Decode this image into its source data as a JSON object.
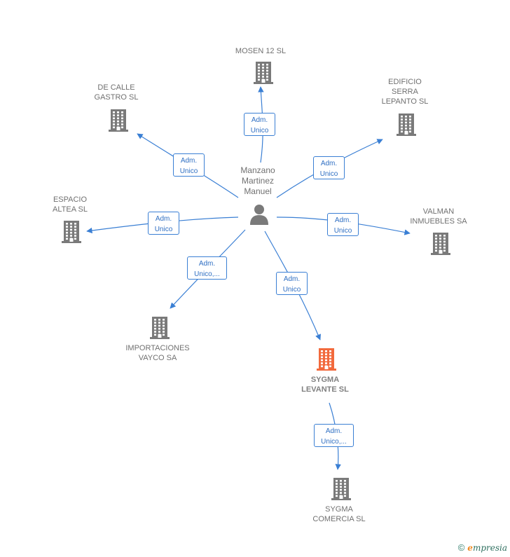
{
  "center": {
    "label": "Manzano\nMartinez\nManuel",
    "icon": "person-icon"
  },
  "companies": [
    {
      "id": "mosen",
      "label": "MOSEN 12 SL",
      "highlight": false
    },
    {
      "id": "edificio",
      "label": "EDIFICIO\nSERRA\nLEPANTO SL",
      "highlight": false
    },
    {
      "id": "decalle",
      "label": "DE CALLE\nGASTRO  SL",
      "highlight": false
    },
    {
      "id": "espacio",
      "label": "ESPACIO\nALTEA SL",
      "highlight": false
    },
    {
      "id": "valman",
      "label": "VALMAN\nINMUEBLES SA",
      "highlight": false
    },
    {
      "id": "importaciones",
      "label": "IMPORTACIONES\nVAYCO SA",
      "highlight": false
    },
    {
      "id": "sygmalev",
      "label": "SYGMA\nLEVANTE  SL",
      "highlight": true
    },
    {
      "id": "sygmacom",
      "label": "SYGMA\nCOMERCIA  SL",
      "highlight": false
    }
  ],
  "edges": [
    {
      "id": "e-mosen",
      "label": "Adm.\nUnico"
    },
    {
      "id": "e-edificio",
      "label": "Adm.\nUnico"
    },
    {
      "id": "e-decalle",
      "label": "Adm.\nUnico"
    },
    {
      "id": "e-espacio",
      "label": "Adm.\nUnico"
    },
    {
      "id": "e-valman",
      "label": "Adm.\nUnico"
    },
    {
      "id": "e-importaciones",
      "label": "Adm.\nUnico,..."
    },
    {
      "id": "e-sygmalev",
      "label": "Adm.\nUnico"
    },
    {
      "id": "e-sygmacom",
      "label": "Adm.\nUnico,..."
    }
  ],
  "colors": {
    "edge": "#3a7fd4",
    "building": "#7a7a7a",
    "building_highlight": "#f26a3d",
    "person": "#7a7a7a"
  },
  "footer": {
    "copyright_symbol": "©",
    "brand_initial": "e",
    "brand_rest": "mpresia"
  }
}
